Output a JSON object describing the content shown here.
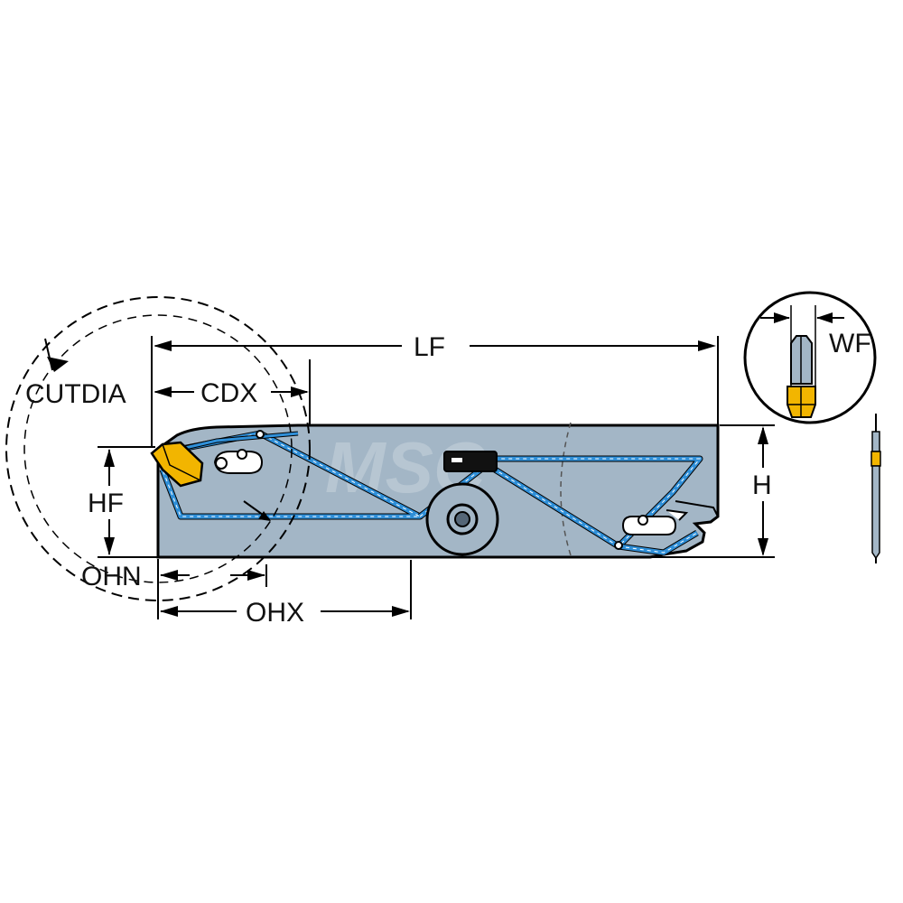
{
  "labels": {
    "lf": "LF",
    "cdx": "CDX",
    "cutdia": "CUTDIA",
    "hf": "HF",
    "h": "H",
    "ohn": "OHN",
    "ohx": "OHX",
    "wf": "WF"
  },
  "watermark": "MSC",
  "colors": {
    "body": "#a3b6c6",
    "coolant": "#2f8fd8",
    "insert": "#f2b500",
    "outline": "#000000"
  }
}
